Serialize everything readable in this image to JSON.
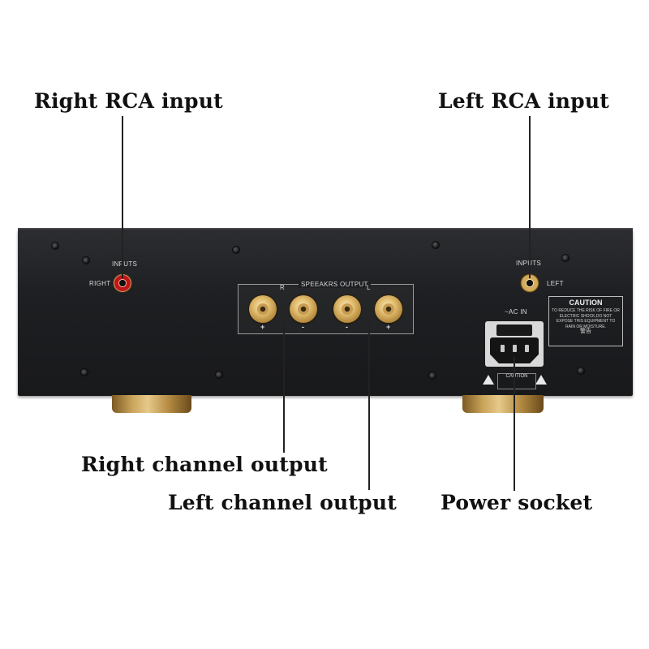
{
  "callouts": {
    "right_rca": "Right RCA input",
    "left_rca": "Left RCA input",
    "right_channel": "Right channel output",
    "left_channel": "Left channel output",
    "power": "Power socket"
  },
  "panel": {
    "inputs_left_label": "INPUTS",
    "inputs_right_label": "INPUTS",
    "right_label": "RIGHT",
    "left_label": "LEFT",
    "speakers_output_label": "SPEEAKRS OUTPUT",
    "speaker_r": "R",
    "speaker_l": "L",
    "post_labels": [
      "+",
      "-",
      "-",
      "+"
    ],
    "ac_in": "~AC IN",
    "caution_title": "CAUTION",
    "caution_text": "TO REDUCE THE RISK OF FIRE OR ELECTRIC SHOCK,DO NOT EXPOSE THIS EQUIPMENT TO RAIN OR MOISTURE.",
    "caution_cn_title": "警告",
    "small_caution": "CAUTION"
  },
  "colors": {
    "panel": "#1e1f22",
    "gold": "#d4ad5c",
    "rca_red": "#c2141b"
  }
}
